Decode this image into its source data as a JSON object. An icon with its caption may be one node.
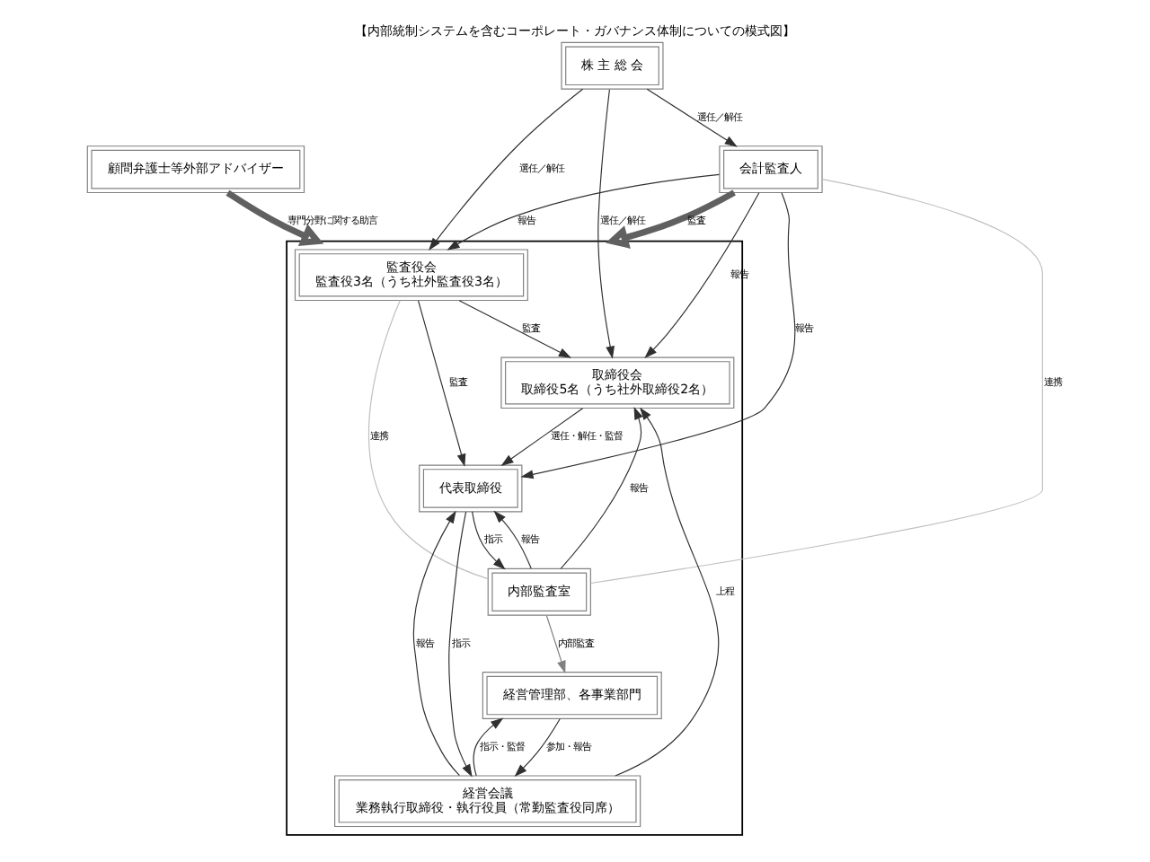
{
  "diagram": {
    "title": "【内部統制システムを含むコーポレート・ガバナンス体制についての模式図】",
    "nodes": [
      {
        "text": [
          "株 主 総 会"
        ]
      },
      {
        "text": [
          "会計監査人"
        ]
      },
      {
        "text": [],
        "shape": "box"
      },
      {
        "text": [
          "監査役会",
          "監査役3名（うち社外監査役3名）"
        ],
        "in": 2
      },
      {
        "text": [
          "取締役会",
          "取締役5名（うち社外取締役2名）"
        ],
        "in": 2
      },
      {
        "text": [
          "代表取締役"
        ],
        "in": 2
      },
      {
        "text": [
          "内部監査室"
        ],
        "in": 2
      },
      {
        "text": [
          "経営会議",
          "業務執行取締役・執行役員（常勤監査役同席）"
        ],
        "in": 2
      },
      {
        "text": [
          "経営管理部、各事業部門"
        ],
        "in": 2
      },
      {
        "text": [
          "顧問弁護士等外部アドバイザー"
        ]
      }
    ],
    "edges": [
      {
        "from": 0,
        "to": 1,
        "arrow": "to",
        "label": "選任／解任"
      },
      {
        "from": 0,
        "to": 3,
        "arrow": "to",
        "label": "選任／解任"
      },
      {
        "from": 0,
        "to": 4,
        "arrow": "to",
        "label": "選任／解任"
      },
      {
        "from": 1,
        "to": 4,
        "arrow": "to",
        "label": "報告"
      },
      {
        "from": 1,
        "to": 3,
        "arrow": "to",
        "label": "報告"
      },
      {
        "from": 1,
        "to": 2,
        "arrow": "to",
        "label": "監査",
        "style": "thick"
      },
      {
        "from": 1,
        "to": 5,
        "arrow": "to",
        "label": "報告"
      },
      {
        "from": 3,
        "to": 4,
        "arrow": "to",
        "label": "監査"
      },
      {
        "from": 3,
        "to": 5,
        "arrow": "to",
        "label": "監査"
      },
      {
        "from": 6,
        "to": 4,
        "arrow": "to",
        "label": "報告"
      },
      {
        "from": 4,
        "to": 5,
        "arrow": "to",
        "label": "選任・解任・監督"
      },
      {
        "from": 3,
        "to": 6,
        "arrow": "none",
        "label": "連携",
        "color": "#bfbfbf"
      },
      {
        "from": 1,
        "to": 6,
        "arrow": "none",
        "label": "連携",
        "color": "#bfbfbf"
      },
      {
        "from": 5,
        "to": 6,
        "arrow": "to",
        "label": "指示"
      },
      {
        "from": 6,
        "to": 5,
        "arrow": "to",
        "label": "報告"
      },
      {
        "from": 5,
        "to": 7,
        "arrow": "to",
        "label": "指示"
      },
      {
        "from": 7,
        "to": 5,
        "arrow": "to",
        "label": "報告"
      },
      {
        "from": 7,
        "to": 4,
        "arrow": "to",
        "label": "上程"
      },
      {
        "from": 7,
        "to": 8,
        "arrow": "to",
        "label": "指示・監督"
      },
      {
        "from": 8,
        "to": 7,
        "arrow": "to",
        "label": "参加・報告"
      },
      {
        "from": 6,
        "to": 8,
        "arrow": "to",
        "label": "内部監査",
        "color": "#808080"
      },
      {
        "from": 9,
        "to": 2,
        "arrow": "to",
        "label": "専門分野に関する助言",
        "style": "thick"
      }
    ]
  }
}
